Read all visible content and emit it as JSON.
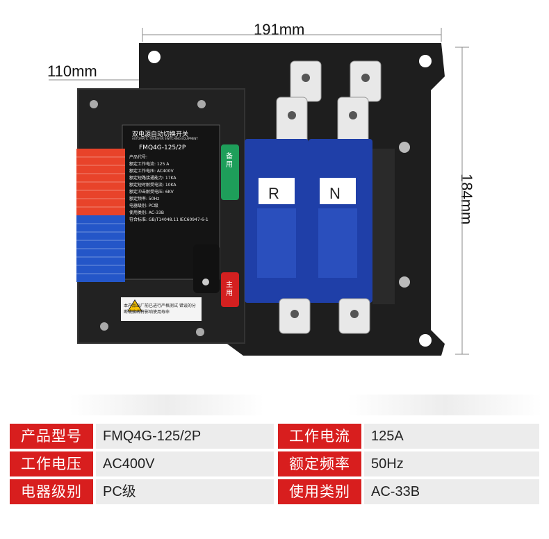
{
  "dimensions": {
    "width": "191mm",
    "depth": "110mm",
    "height": "184mm"
  },
  "product": {
    "plate_title": "双电源自动切换开关",
    "plate_subtitle": "AUTOMATIC TRANSFER SWITCHING EQUIPMENT",
    "plate_code": "FMQ4G-125/2P",
    "plate_lines": [
      "产品代号:",
      "额定工作电流: 125 A",
      "额定工作电压: AC400V",
      "额定短路接通能力: 17KA",
      "额定短时耐受电流: 10KA",
      "额定冲击耐受电压: 6KV",
      "额定频率: 50Hz",
      "电器级别: PC级",
      "使用类别: AC-33B",
      "符合标准: GB/T14048.11 IEC60947-6-1"
    ],
    "pole_r": "R",
    "pole_n": "N",
    "tag_backup": "备用",
    "tag_main": "主用",
    "warning": "本产品出厂前已进行严格测试 错误的分断或接线将影响使用寿命",
    "colors": {
      "body": "#1a1a1a",
      "poles": "#1f3fa8",
      "terminals_red": "#e8432a",
      "terminals_blue": "#2456c8",
      "tag_green": "#1e9e5a",
      "tag_red": "#d32020"
    }
  },
  "specs": [
    {
      "label_left": "产品型号",
      "value_left": "FMQ4G-125/2P",
      "label_right": "工作电流",
      "value_right": "125A"
    },
    {
      "label_left": "工作电压",
      "value_left": "AC400V",
      "label_right": "额定频率",
      "value_right": "50Hz"
    },
    {
      "label_left": "电器级别",
      "value_left": "PC级",
      "label_right": "使用类别",
      "value_right": "AC-33B"
    }
  ],
  "spec_colors": {
    "label_bg": "#d81e1e",
    "value_bg": "#ececec"
  }
}
